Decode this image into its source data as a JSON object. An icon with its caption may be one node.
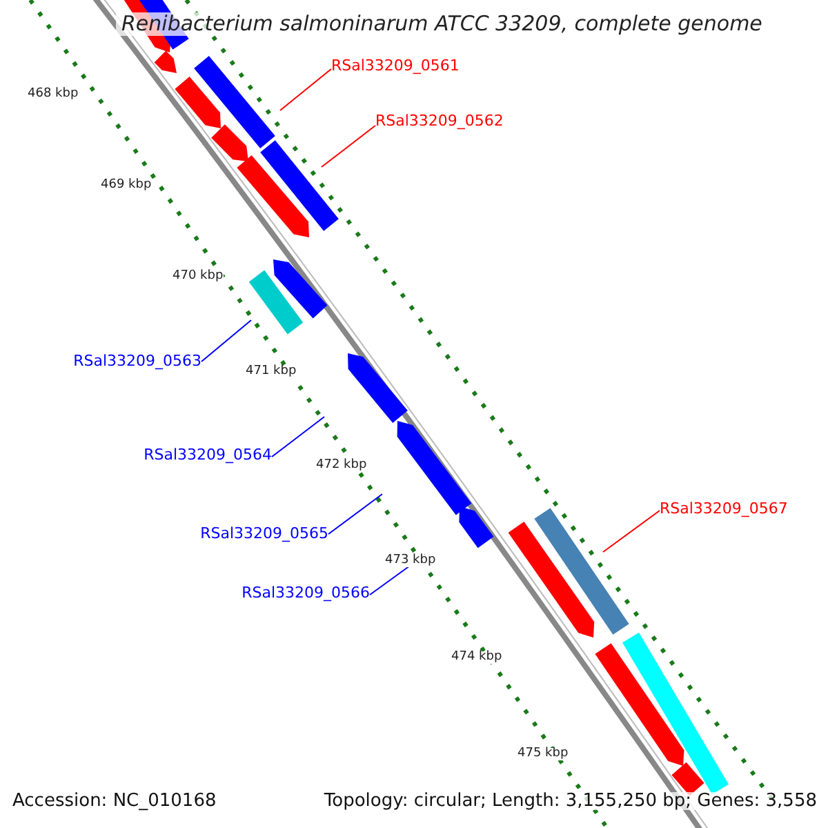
{
  "diagram": {
    "title": "Renibacterium salmoninarum ATCC 33209, complete genome",
    "nodes": [
      {
        "text": [
          "RSal33209_0561"
        ]
      },
      {
        "text": [
          "RSal33209_0562"
        ]
      },
      {
        "text": [
          "RSal33209_0563"
        ]
      },
      {
        "text": [
          "RSal33209_0564"
        ]
      },
      {
        "text": [
          "RSal33209_0565"
        ]
      },
      {
        "text": [
          "RSal33209_0566"
        ]
      },
      {
        "text": [
          "RSal33209_0567"
        ]
      },
      {
        "text": [],
        "shape": "bar"
      },
      {
        "text": [],
        "shape": "bar"
      },
      {
        "text": [],
        "shape": "bar"
      },
      {
        "text": [],
        "shape": "bar"
      },
      {
        "text": [],
        "shape": "bar"
      },
      {
        "text": [],
        "shape": "bar"
      },
      {
        "text": [],
        "shape": "bar"
      },
      {
        "text": [],
        "shape": "bar"
      },
      {
        "text": [],
        "shape": "bar"
      },
      {
        "text": [],
        "shape": "bar"
      },
      {
        "text": [],
        "shape": "bar"
      },
      {
        "text": [],
        "shape": "bar"
      },
      {
        "text": [],
        "shape": "bar"
      },
      {
        "text": [],
        "shape": "bar"
      },
      {
        "text": [],
        "shape": "bar"
      },
      {
        "text": [],
        "shape": "bar"
      },
      {
        "text": [],
        "shape": "bar"
      },
      {
        "text": [],
        "shape": "bar"
      }
    ],
    "edges": [
      {
        "from": 0,
        "to": 7,
        "arrow": "none",
        "color": "#ff0000"
      },
      {
        "from": 1,
        "to": 8,
        "arrow": "none",
        "color": "#ff0000"
      },
      {
        "from": 2,
        "to": 9,
        "arrow": "none"
      },
      {
        "from": 3,
        "to": 10,
        "arrow": "none"
      },
      {
        "from": 4,
        "to": 11,
        "arrow": "none"
      },
      {
        "from": 5,
        "to": 12,
        "arrow": "none"
      },
      {
        "from": 6,
        "to": 13,
        "arrow": "none",
        "color": "#ff0000"
      }
    ],
    "labels": [
      "468 kbp",
      "469 kbp",
      "470 kbp",
      "471 kbp",
      "472 kbp",
      "473 kbp",
      "474 kbp",
      "475 kbp",
      "Accession: NC_010168",
      "Topology: circular; Length: 3,155,250 bp; Genes: 3,558"
    ]
  }
}
